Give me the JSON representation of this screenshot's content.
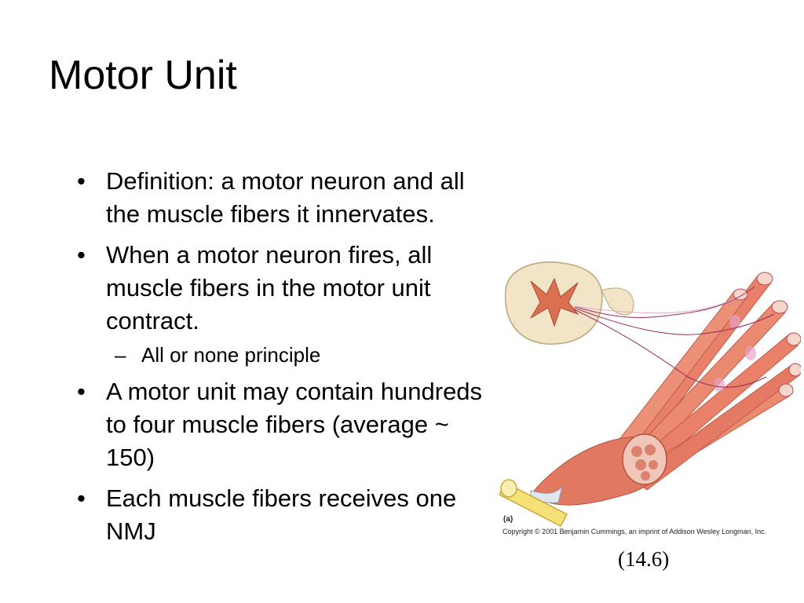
{
  "slide": {
    "title": "Motor Unit",
    "bullets": [
      {
        "text": "Definition: a motor neuron and all the muscle fibers it innervates."
      },
      {
        "text": "When a motor neuron fires, all muscle fibers in the motor unit contract."
      },
      {
        "text": "All or none principle",
        "sub": true
      },
      {
        "text": "A motor unit may contain hundreds to four muscle fibers (average ~ 150)"
      },
      {
        "text": "Each muscle fibers receives one NMJ"
      }
    ],
    "sub_marker": "–",
    "figure": {
      "label": "(a)",
      "copyright": "Copyright © 2001 Benjamin Cummings, an imprint of Addison Wesley Longman, Inc."
    },
    "reference": "(14.6)"
  }
}
